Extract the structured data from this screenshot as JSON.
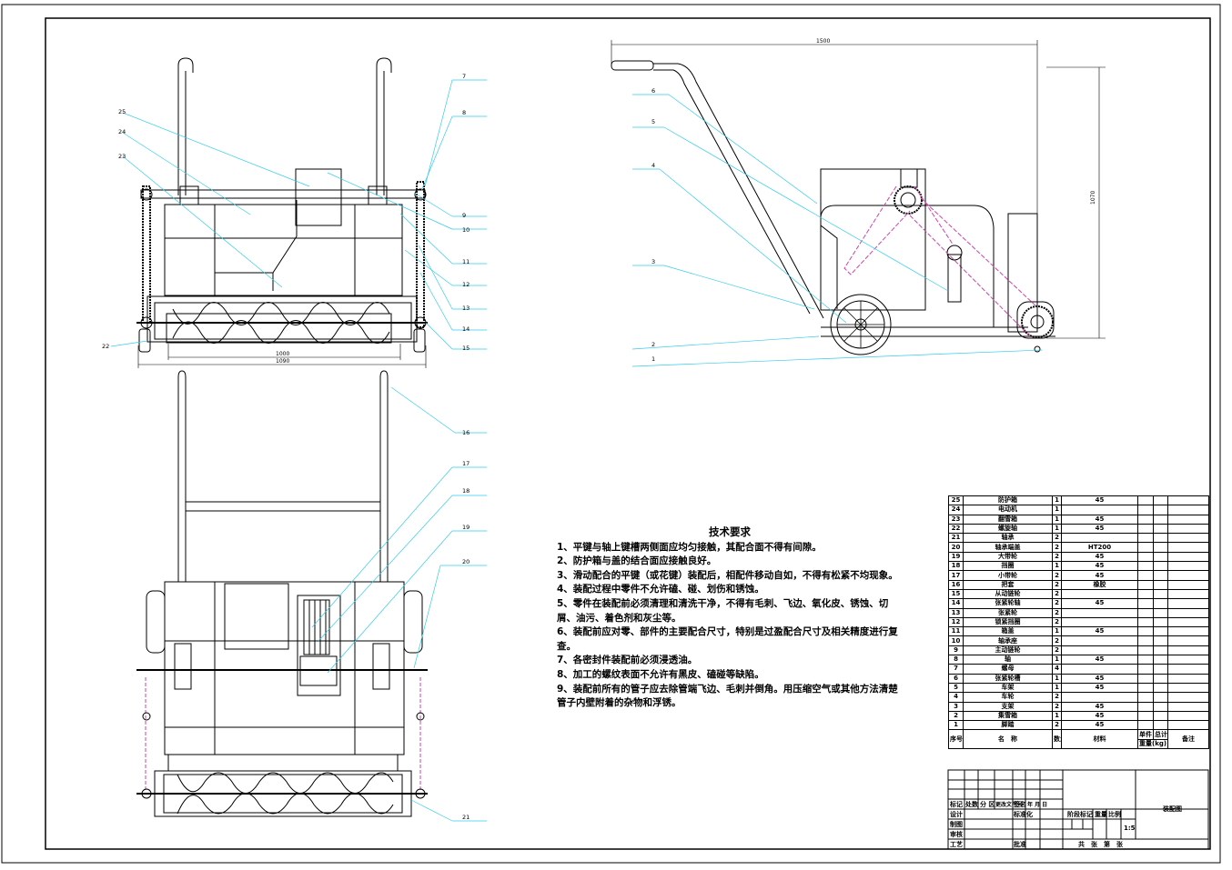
{
  "tech": {
    "title": "技术要求",
    "items": [
      "1、平键与轴上键槽两侧面应均匀接触，其配合面不得有间隙。",
      "2、防护箱与盖的结合面应接触良好。",
      "3、滑动配合的平键（或花键）装配后，相配件移动自如，不得有松紧不均现象。",
      "4、装配过程中零件不允许磕、碰、划伤和锈蚀。",
      "5、零件在装配前必须清理和清洗干净，不得有毛刺、飞边、氧化皮、锈蚀、切屑、油污、着色剂和灰尘等。",
      "6、装配前应对零、部件的主要配合尺寸，特别是过盈配合尺寸及相关精度进行复查。",
      "7、各密封件装配前必须浸透油。",
      "8、加工的螺纹表面不允许有黑皮、磕碰等缺陷。",
      "9、装配前所有的管子应去除管端飞边、毛刺并倒角。用压缩空气或其他方法清楚管子内壁附着的杂物和浮锈。"
    ]
  },
  "bom": {
    "rows": [
      [
        "25",
        "防护箱",
        "1",
        "45"
      ],
      [
        "24",
        "电动机",
        "1",
        ""
      ],
      [
        "23",
        "翻雪箱",
        "1",
        "45"
      ],
      [
        "22",
        "螺旋轴",
        "1",
        "45"
      ],
      [
        "21",
        "轴承",
        "2",
        ""
      ],
      [
        "20",
        "轴承端盖",
        "2",
        "HT200"
      ],
      [
        "19",
        "大带轮",
        "2",
        "45"
      ],
      [
        "18",
        "挡圈",
        "1",
        "45"
      ],
      [
        "17",
        "小带轮",
        "2",
        "45"
      ],
      [
        "16",
        "把套",
        "2",
        "橡胶"
      ],
      [
        "15",
        "从动链轮",
        "2",
        ""
      ],
      [
        "14",
        "张紧轮轴",
        "2",
        "45"
      ],
      [
        "13",
        "张紧轮",
        "2",
        ""
      ],
      [
        "12",
        "锁紧挡圈",
        "2",
        ""
      ],
      [
        "11",
        "箱盖",
        "1",
        "45"
      ],
      [
        "10",
        "轴承座",
        "2",
        ""
      ],
      [
        "9",
        "主动链轮",
        "2",
        ""
      ],
      [
        "8",
        "轴",
        "1",
        "45"
      ],
      [
        "7",
        "螺母",
        "4",
        ""
      ],
      [
        "6",
        "张紧轮槽",
        "1",
        "45"
      ],
      [
        "5",
        "车架",
        "1",
        "45"
      ],
      [
        "4",
        "车轮",
        "2",
        ""
      ],
      [
        "3",
        "支架",
        "2",
        "45"
      ],
      [
        "2",
        "集雪箱",
        "1",
        "45"
      ],
      [
        "1",
        "脚踏",
        "2",
        "45"
      ]
    ],
    "header": {
      "seq": "序号",
      "name": "名　称",
      "qty": "数量",
      "material": "材料",
      "single": "单件",
      "total": "总计",
      "weight": "重量(kg)",
      "remark": "备注"
    }
  },
  "titleblock": {
    "mark": "标记",
    "count": "处数",
    "zone": "分 区",
    "doc": "更改文件号",
    "sign": "签名",
    "date": "年 月 日",
    "design": "设计",
    "std": "标准化",
    "draw": "制图",
    "review": "审核",
    "process": "工艺",
    "approve": "批准",
    "stage": "阶段标记",
    "weight": "重量",
    "ratio": "比例",
    "scale": "1:5",
    "sheets": "共　张　第　张",
    "name": "装配图"
  },
  "labels": {
    "front_top": [
      "25",
      "24",
      "23",
      "22"
    ],
    "front_right": [
      "7",
      "8",
      "9",
      "10",
      "11",
      "12",
      "13",
      "14",
      "15"
    ],
    "plan_right": [
      "16",
      "17",
      "18",
      "19",
      "20",
      "21"
    ],
    "side_left": [
      "6",
      "5",
      "4",
      "3",
      "2",
      "1"
    ],
    "dim_width_inner": "1000",
    "dim_width_outer": "1090",
    "dim_length": "1500",
    "dim_height": "1070"
  }
}
